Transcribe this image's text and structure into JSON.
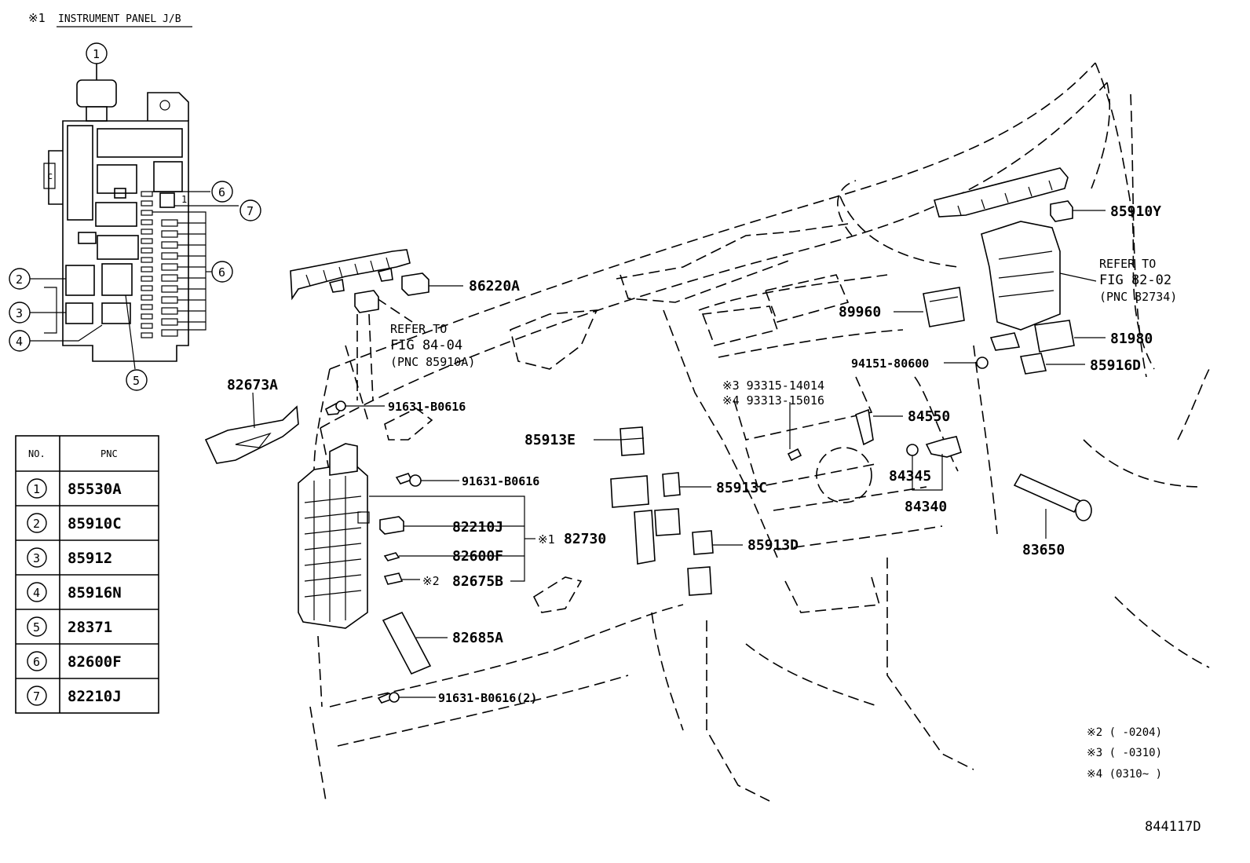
{
  "header": {
    "note_mark": "※1",
    "title": "INSTRUMENT PANEL J/B"
  },
  "inset_callouts": [
    "1",
    "2",
    "3",
    "4",
    "5",
    "6",
    "7",
    "6"
  ],
  "inset_small_mark": "1",
  "table": {
    "headers": [
      "NO.",
      "PNC"
    ],
    "rows": [
      {
        "no": "1",
        "pnc": "85530A"
      },
      {
        "no": "2",
        "pnc": "85910C"
      },
      {
        "no": "3",
        "pnc": "85912"
      },
      {
        "no": "4",
        "pnc": "85916N"
      },
      {
        "no": "5",
        "pnc": "28371"
      },
      {
        "no": "6",
        "pnc": "82600F"
      },
      {
        "no": "7",
        "pnc": "82210J"
      }
    ]
  },
  "part_labels": {
    "p86220A": "86220A",
    "p82673A": "82673A",
    "p91631_1": "91631-B0616",
    "p91631_2": "91631-B0616",
    "p91631_3": "91631-B0616(2)",
    "p82210J": "82210J",
    "p82600F": "82600F",
    "p82675B": "82675B",
    "p82730": "82730",
    "p82730_mark": "※1",
    "p82675B_mark": "※2",
    "p82685A": "82685A",
    "p85913E": "85913E",
    "p85913C": "85913C",
    "p85913D": "85913D",
    "p89960": "89960",
    "p84550": "84550",
    "p84345": "84345",
    "p84340": "84340",
    "p83650": "83650",
    "p85910Y": "85910Y",
    "p81980": "81980",
    "p85916D": "85916D",
    "p94151": "94151-80600",
    "p93315": "※3 93315-14014",
    "p93313": "※4 93313-15016"
  },
  "refer_1": {
    "line1": "REFER TO",
    "line2": "FIG  84-04",
    "line3": "(PNC 85910A)"
  },
  "refer_2": {
    "line1": "REFER TO",
    "line2": "FIG  82-02",
    "line3": "(PNC 82734)"
  },
  "footnotes": {
    "n2": "※2 (      -0204)",
    "n3": "※3 (      -0310)",
    "n4": "※4 (0310~      )"
  },
  "diagram_id": "844117D"
}
